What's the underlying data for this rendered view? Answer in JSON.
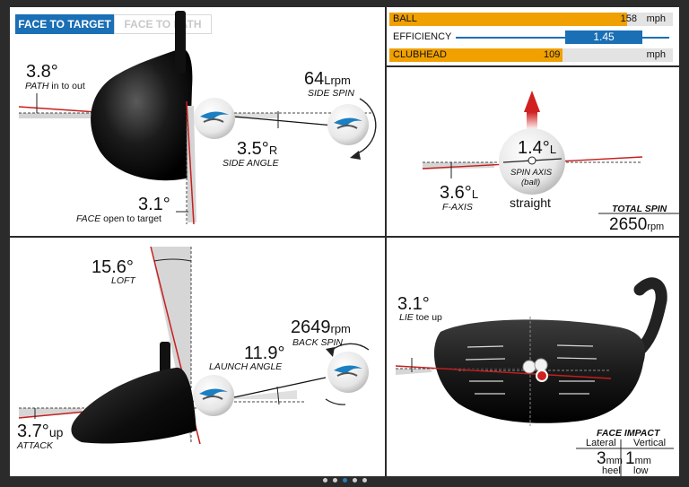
{
  "tabs": {
    "face_to_target": "FACE TO TARGET",
    "face_to_path": "FACE TO PATH"
  },
  "face_to_target": {
    "path": {
      "value": "3.8°",
      "label_em": "PATH",
      "label_rest": " in to out"
    },
    "side_spin": {
      "value": "64",
      "unit": "Lrpm",
      "label": "SIDE SPIN"
    },
    "side_angle": {
      "value": "3.5°",
      "dir": "R",
      "label": "SIDE ANGLE"
    },
    "face": {
      "value": "3.1°",
      "label_em": "FACE",
      "label_rest": " open to target"
    }
  },
  "metrics": {
    "ball": {
      "label": "BALL",
      "value": "158",
      "unit": "mph",
      "fill": 0.84
    },
    "efficiency": {
      "label": "EFFICIENCY",
      "value": "1.45",
      "fill": 0.9
    },
    "clubhead": {
      "label": "CLUBHEAD",
      "value": "109",
      "unit": "mph",
      "fill": 0.6
    }
  },
  "spin_axis": {
    "value": "1.4°",
    "dir": "L",
    "label": "SPIN AXIS",
    "sub": "(ball)",
    "f_axis_value": "3.6°",
    "f_axis_dir": "L",
    "f_axis_label": "F-AXIS",
    "shape": "straight",
    "total_spin_label": "TOTAL SPIN",
    "total_spin_value": "2650",
    "total_spin_unit": "rpm"
  },
  "launch": {
    "loft": {
      "value": "15.6°",
      "label": "LOFT"
    },
    "back_spin": {
      "value": "2649",
      "unit": "rpm",
      "label": "BACK SPIN"
    },
    "launch_angle": {
      "value": "11.9°",
      "label": "LAUNCH ANGLE"
    },
    "attack": {
      "value": "3.7°",
      "dir": "up",
      "label": "ATTACK"
    }
  },
  "impact": {
    "lie": {
      "value": "3.1°",
      "label_em": "LIE",
      "label_rest": " toe up"
    },
    "title": "FACE IMPACT",
    "lateral_label": "Lateral",
    "vertical_label": "Vertical",
    "lateral_value": "3",
    "lateral_unit": "mm",
    "lateral_dir": "heel",
    "vertical_value": "1",
    "vertical_unit": "mm",
    "vertical_dir": "low"
  },
  "pager": {
    "count": 5,
    "active": 2
  },
  "colors": {
    "accent_blue": "#1a6fb5",
    "gold": "#f0a000",
    "red": "#d02020"
  }
}
